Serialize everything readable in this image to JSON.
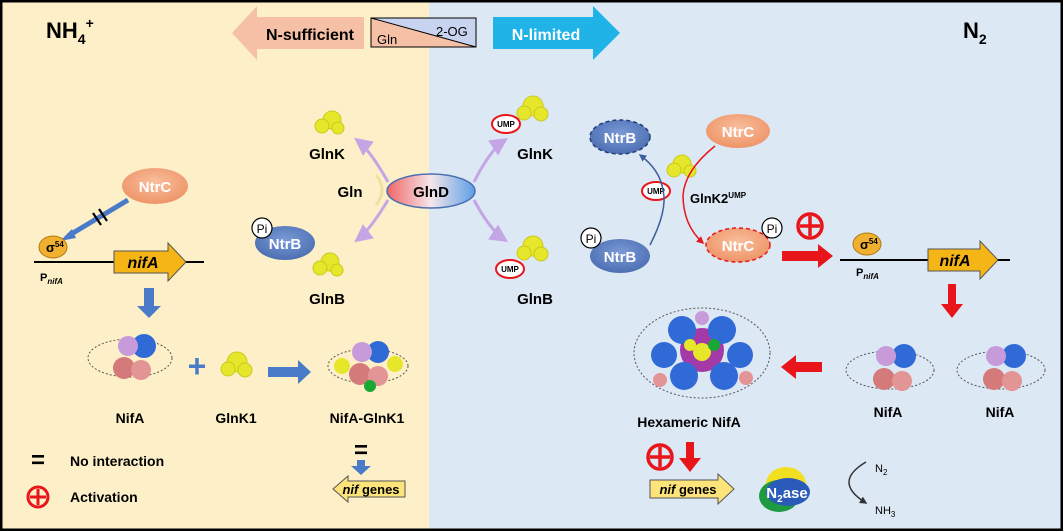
{
  "header": {
    "left_ion": "NH",
    "left_ion_sub": "4",
    "left_ion_sup": "+",
    "right_gas": "N",
    "right_gas_sub": "2",
    "arrow_left_label": "N-sufficient",
    "arrow_right_label": "N-limited",
    "ratio_gln": "Gln",
    "ratio_2og": "2-OG"
  },
  "left_panel": {
    "glnk": "GlnK",
    "gln": "Gln",
    "glnd": "GlnD",
    "ntrb": "NtrB",
    "pi": "Pi",
    "glnb": "GlnB",
    "ntrc": "NtrC",
    "sigma": "σ",
    "sigma_sup": "54",
    "promoter_p": "P",
    "promoter_sub": "nifA",
    "gene": "nifA",
    "nifa": "NifA",
    "glnk1": "GlnK1",
    "complex": "NifA-GlnK1",
    "nif_genes_italic": "nif",
    "nif_genes_rest": " genes",
    "plus": "+",
    "equals_symbol": "=",
    "legend_no_interaction": "No interaction",
    "legend_activation": "Activation"
  },
  "right_panel": {
    "ump": "UMP",
    "glnk": "GlnK",
    "glnb": "GlnB",
    "ntrb_top": "NtrB",
    "ntrb_bottom": "NtrB",
    "pi": "Pi",
    "ntrc_top": "NtrC",
    "ntrc_bottom": "NtrC",
    "glnk2": "GlnK2",
    "glnk2_sup": "UMP",
    "sigma": "σ",
    "sigma_sup": "54",
    "promoter_p": "P",
    "promoter_sub": "nifA",
    "gene": "nifA",
    "nifa_1": "NifA",
    "nifa_2": "NifA",
    "hexameric": "Hexameric NifA",
    "nif_genes_italic": "nif",
    "nif_genes_rest": " genes",
    "n2ase_n": "N",
    "n2ase_sub": "2",
    "n2ase_rest": "ase",
    "reaction_n2": "N",
    "reaction_n2_sub": "2",
    "reaction_nh3": "NH",
    "reaction_nh3_sub": "3"
  },
  "colors": {
    "left_bg": "#fdf0c8",
    "right_bg": "#dde8f5",
    "ntrc": "#f4a27a",
    "ntrb": "#5b7fc0",
    "activation_red": "#e8161b",
    "arrow_blue": "#4a7bc8",
    "gene_orange": "#f6b517",
    "sigma_gold": "#f0b030",
    "protein_yellow": "#e6e62a",
    "glnd_red": "#f07070",
    "glnd_blue": "#6ea8e8",
    "purple_arrow": "#c4a6e6",
    "n_sufficient_arrow": "#f6c0a6",
    "n_limited_arrow": "#1fb3e8"
  }
}
